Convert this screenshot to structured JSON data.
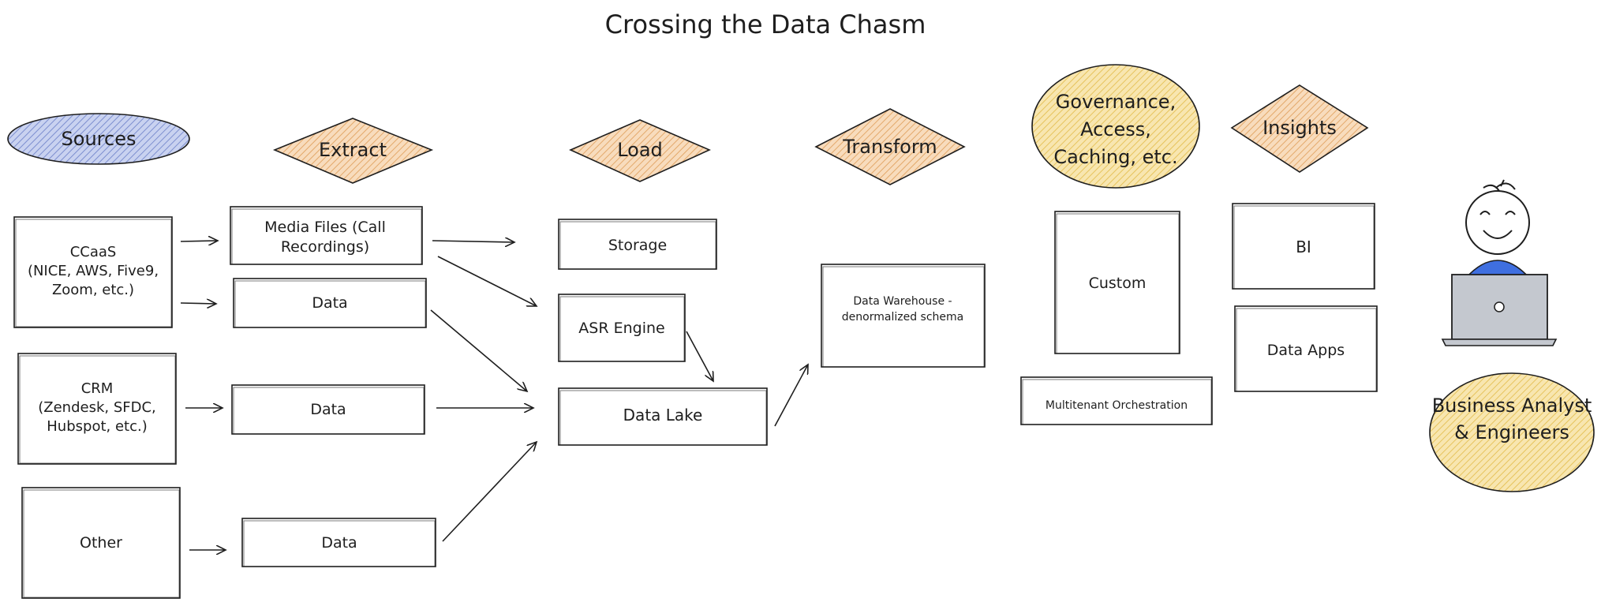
{
  "title": "Crossing the Data Chasm",
  "colors": {
    "blue_fill": "#a5b4e6",
    "orange_fill": "#f2c79b",
    "yellow_fill": "#f5d77a",
    "gray_fill": "#e9ecef",
    "stroke": "#1e1e1e",
    "person_blue": "#3f6fe0",
    "laptop_gray": "#c4c8cf"
  },
  "headers": {
    "sources": "Sources",
    "extract": "Extract",
    "load": "Load",
    "transform": "Transform",
    "governance": [
      "Governance,",
      "Access,",
      "Caching, etc."
    ],
    "insights": "Insights"
  },
  "sources": {
    "ccaas": [
      "CCaaS",
      "(NICE, AWS, Five9,",
      "Zoom, etc.)"
    ],
    "crm": [
      "CRM",
      "(Zendesk, SFDC,",
      "Hubspot, etc.)"
    ],
    "other": "Other"
  },
  "extract": {
    "media_files": [
      "Media Files (Call",
      "Recordings)"
    ],
    "data_1": "Data",
    "data_2": "Data",
    "data_3": "Data"
  },
  "load": {
    "storage": "Storage",
    "asr_engine": "ASR Engine",
    "data_lake": "Data Lake"
  },
  "transform": {
    "warehouse": [
      "Data Warehouse -",
      "denormalized schema"
    ]
  },
  "governance_boxes": {
    "custom": "Custom",
    "orchestration": "Multitenant Orchestration"
  },
  "insights_boxes": {
    "bi": "BI",
    "data_apps": "Data Apps"
  },
  "audience": [
    "Business Analyst",
    "& Engineers"
  ]
}
